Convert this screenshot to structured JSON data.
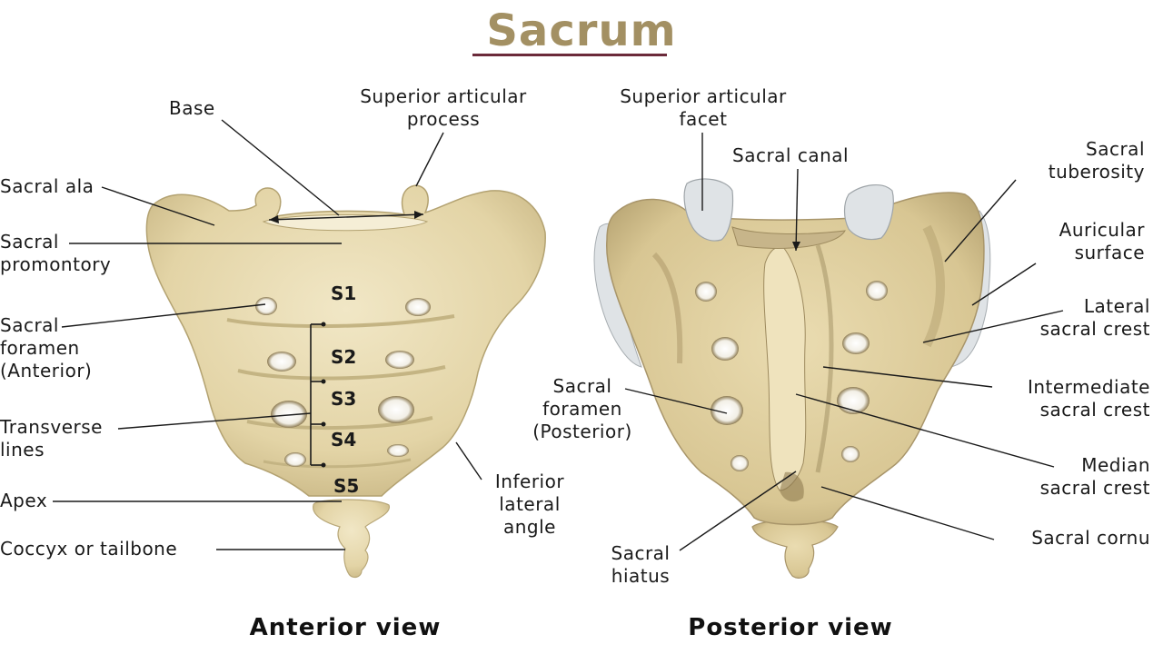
{
  "title": "Sacrum",
  "colors": {
    "title": "#a39063",
    "title_underline": "#6b2a3a",
    "bone": "#e8dcb3",
    "bone_shadow": "#b9a97a",
    "cartilage": "#dfe3e6"
  },
  "anterior": {
    "view_label": "Anterior view",
    "segments": [
      "S1",
      "S2",
      "S3",
      "S4",
      "S5"
    ],
    "labels": {
      "base": "Base",
      "superior_articular_process": [
        "Superior articular",
        "process"
      ],
      "sacral_ala": "Sacral ala",
      "sacral_promontory": [
        "Sacral",
        "promontory"
      ],
      "sacral_foramen_anterior": [
        "Sacral",
        "foramen",
        "(Anterior)"
      ],
      "transverse_lines": [
        "Transverse",
        "lines"
      ],
      "apex": "Apex",
      "coccyx": "Coccyx or tailbone",
      "inferior_lateral_angle": [
        "Inferior",
        "lateral",
        "angle"
      ]
    }
  },
  "posterior": {
    "view_label": "Posterior view",
    "labels": {
      "superior_articular_facet": [
        "Superior articular",
        "facet"
      ],
      "sacral_canal": "Sacral canal",
      "sacral_tuberosity": [
        "Sacral",
        "tuberosity"
      ],
      "auricular_surface": [
        "Auricular",
        "surface"
      ],
      "lateral_sacral_crest": [
        "Lateral",
        "sacral crest"
      ],
      "sacral_foramen_posterior": [
        "Sacral",
        "foramen",
        "(Posterior)"
      ],
      "intermediate_sacral_crest": [
        "Intermediate",
        "sacral crest"
      ],
      "median_sacral_crest": [
        "Median",
        "sacral crest"
      ],
      "sacral_cornu": "Sacral cornu",
      "sacral_hiatus": [
        "Sacral",
        "hiatus"
      ]
    }
  }
}
